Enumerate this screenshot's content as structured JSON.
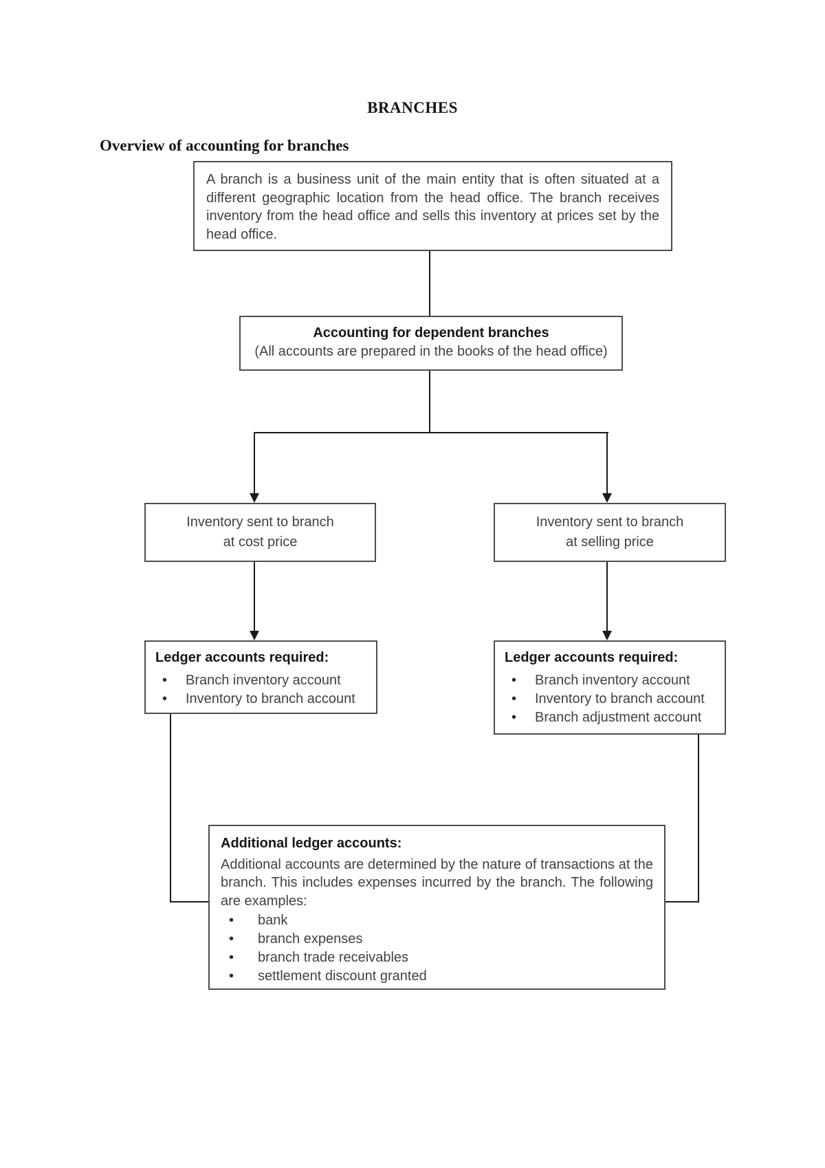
{
  "page": {
    "title": "BRANCHES",
    "heading": "Overview of accounting for branches"
  },
  "intro_box": {
    "text": "A branch is a business unit of the main entity that is often situated at a different geographic location from the head office. The branch receives inventory from the head office and sells this inventory at prices set by the head office."
  },
  "dependent_box": {
    "title": "Accounting for dependent branches",
    "subtitle": "(All accounts are prepared in the books of the head office)"
  },
  "cost_box": {
    "line1": "Inventory sent to branch",
    "line2": "at cost price"
  },
  "selling_box": {
    "line1": "Inventory sent to branch",
    "line2": "at selling price"
  },
  "ledger_cost_box": {
    "heading": "Ledger accounts required:",
    "items": [
      "Branch inventory account",
      "Inventory to branch account"
    ]
  },
  "ledger_selling_box": {
    "heading": "Ledger accounts required:",
    "items": [
      "Branch inventory account",
      "Inventory to branch account",
      "Branch adjustment account"
    ]
  },
  "additional_box": {
    "heading": "Additional ledger accounts:",
    "text": "Additional accounts are determined by the nature of transactions at the branch. This includes expenses incurred by the branch. The following are examples:",
    "items": [
      "bank",
      "branch expenses",
      "branch trade receivables",
      "settlement discount granted"
    ]
  },
  "colors": {
    "body_text": "#414141",
    "heading_text": "#161616",
    "box_border": "#4d4d4d",
    "connector": "#1a1a1a"
  }
}
